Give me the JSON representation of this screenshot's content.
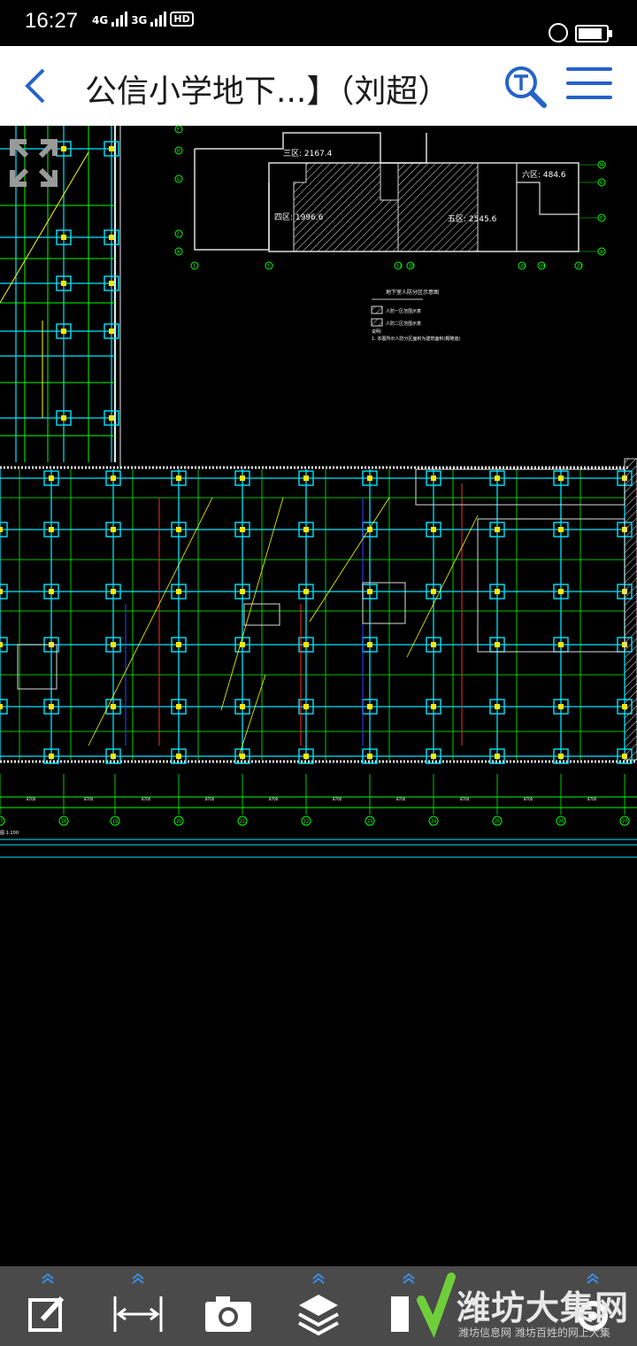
{
  "status_bar": {
    "time": "16:27",
    "net_labels": [
      "4G",
      "3G",
      "HD"
    ],
    "battery_level": 0.85
  },
  "header": {
    "title": "公信小学地下...】（刘超）",
    "back_icon": "chevron-left-icon",
    "search_icon": "text-search-icon",
    "menu_icon": "hamburger-icon",
    "accent_color": "#2563c9"
  },
  "drawing": {
    "area_labels": [
      "三区: 2167.4",
      "四区: 1996.6",
      "五区: 2545.6",
      "六区: 484.6"
    ],
    "legend_title": "地下室人防分区示意图",
    "legend_items": [
      "人防一区范围示意",
      "人防二区范围示意"
    ],
    "notes_title": "说明:",
    "notes_text": "1. 本图所示人防分区面积为建筑面积(概略值)",
    "axis_labels_top": [
      "1",
      "5",
      "17",
      "18",
      "20",
      "24",
      "27"
    ],
    "axis_labels_left": [
      "F",
      "H",
      "G",
      "C",
      "A"
    ],
    "axis_labels_right": [
      "M",
      "K",
      "E",
      "A"
    ],
    "axis_labels_bottom": [
      "17",
      "18",
      "19",
      "20",
      "21",
      "22",
      "23",
      "24",
      "25",
      "26",
      "27"
    ],
    "dims_bottom": [
      "8700",
      "8700",
      "8700",
      "8700",
      "8700",
      "8700",
      "8700",
      "8700",
      "8700",
      "8700"
    ],
    "scale_label": "图 1:100"
  },
  "toolbar": {
    "items": [
      "edit-icon",
      "measure-icon",
      "camera-icon",
      "layers-icon",
      "book-icon",
      "settings-icon"
    ]
  },
  "watermark": {
    "text": "潍坊大集网",
    "sub": "潍坊信息网 潍坊百姓的网上大集"
  }
}
